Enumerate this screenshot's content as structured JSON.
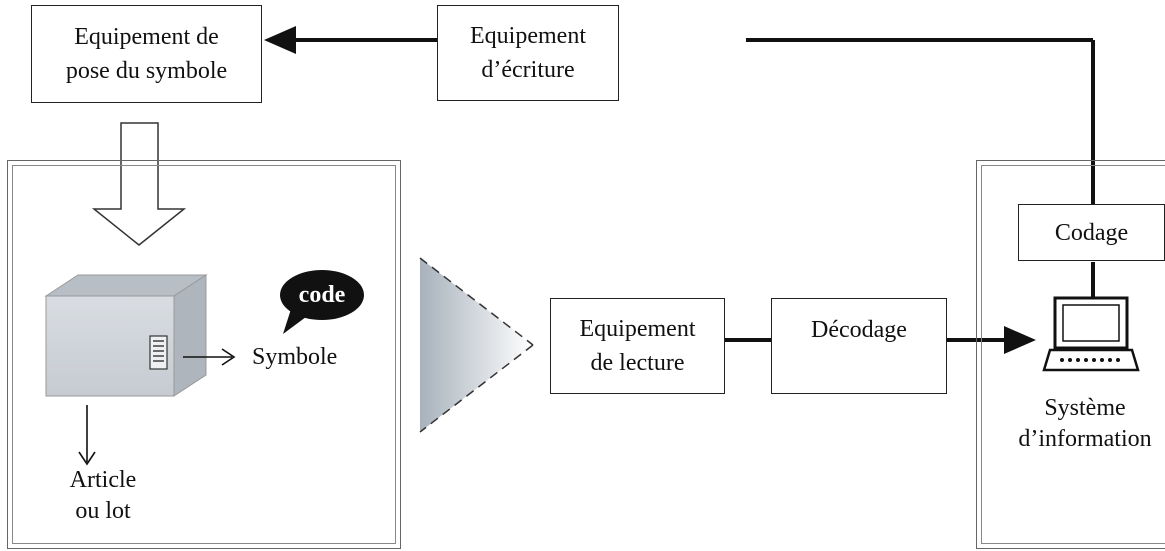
{
  "boxes": {
    "equipement_pose": [
      "Equipement de",
      "pose du symbole"
    ],
    "equipement_ecriture": [
      "Equipement",
      "d’écriture"
    ],
    "codage": "Codage",
    "equipement_lecture": [
      "Equipement",
      "de lecture"
    ],
    "decodage": "Décodage"
  },
  "labels": {
    "code_bubble": "code",
    "symbole": "Symbole",
    "article": [
      "Article",
      "ou lot"
    ],
    "systeme": [
      "Système",
      "d’information"
    ]
  },
  "icons": {
    "package": "package-box-icon",
    "barcode": "barcode-label-icon",
    "speech": "speech-bubble-icon",
    "computer": "computer-terminal-icon",
    "reader_beam": "reader-beam-icon"
  }
}
